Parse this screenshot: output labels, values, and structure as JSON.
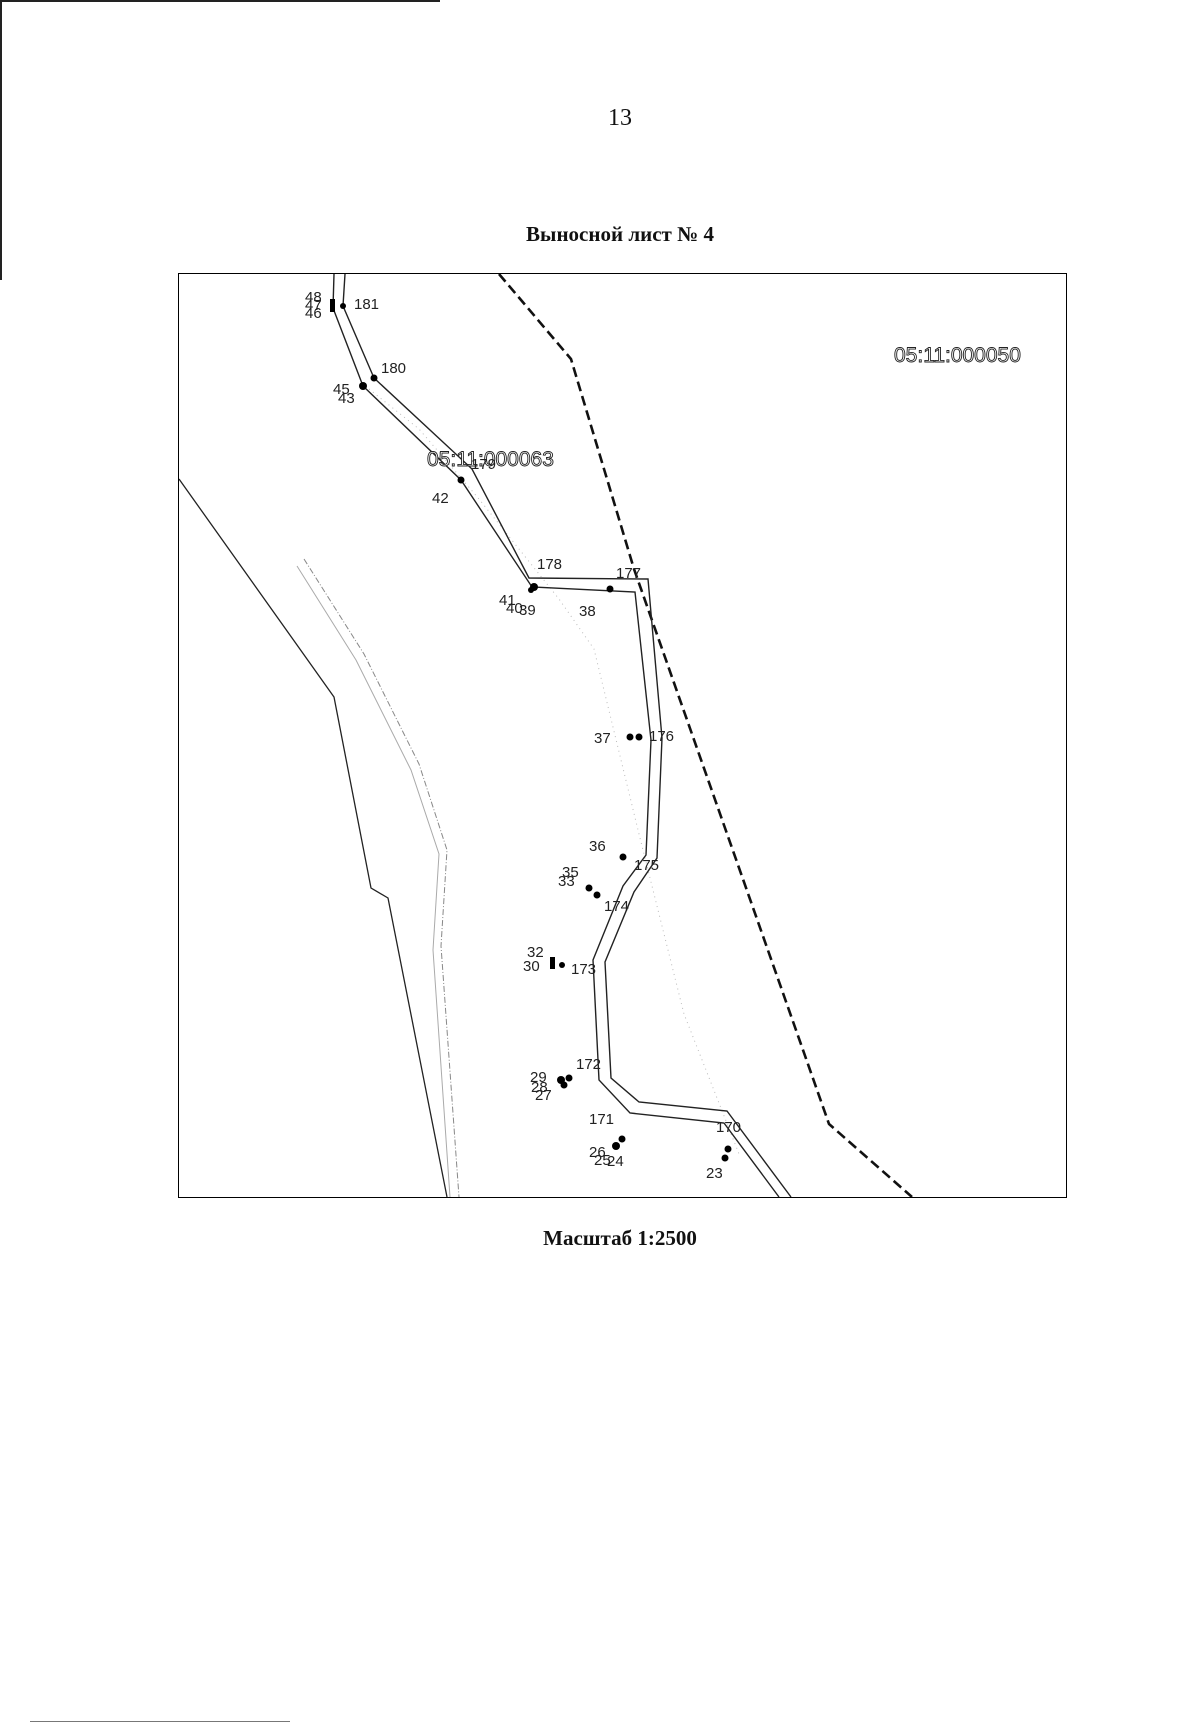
{
  "page": {
    "number": "13",
    "title": "Выносной лист № 4",
    "scale": "Масштаб 1:2500"
  },
  "map": {
    "cadastral_labels": {
      "block_a": "05:11:000050",
      "block_b": "05:11:000063"
    },
    "points": {
      "p48": "48",
      "p47": "47",
      "p46": "46",
      "p181": "181",
      "p180": "180",
      "p45": "45",
      "p43": "43",
      "p179": "179",
      "p42": "42",
      "p178": "178",
      "p177": "177",
      "p41": "41",
      "p40": "40",
      "p39": "39",
      "p38": "38",
      "p37": "37",
      "p176": "176",
      "p36": "36",
      "p175": "175",
      "p35": "35",
      "p33": "33",
      "p174": "174",
      "p32": "32",
      "p30": "30",
      "p173": "173",
      "p29": "29",
      "p28": "28",
      "p27": "27",
      "p172": "172",
      "p171": "171",
      "p170": "170",
      "p26": "26",
      "p25": "25",
      "p24": "24",
      "p23": "23"
    },
    "colors": {
      "boundary": "#222222",
      "dashed_boundary": "#111111",
      "aux_line": "#888888"
    }
  }
}
